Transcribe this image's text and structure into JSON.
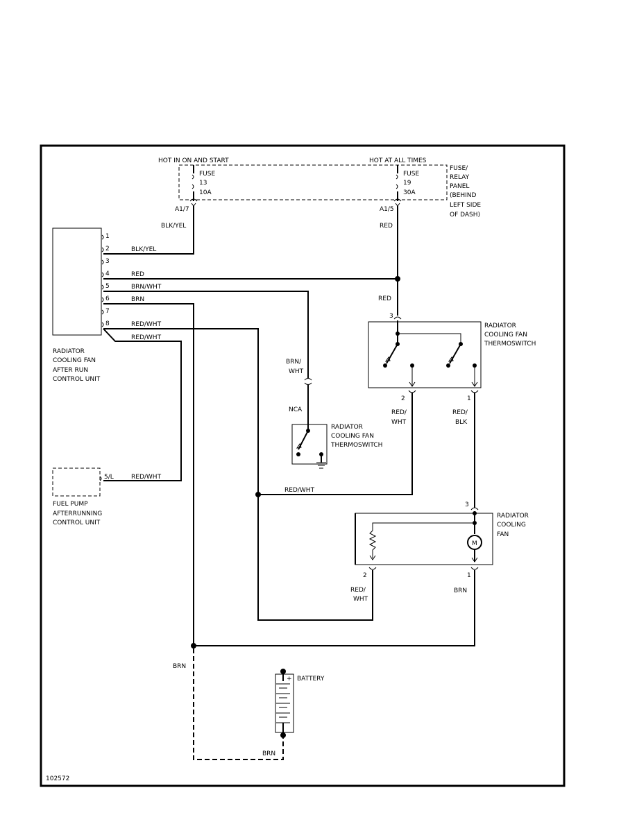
{
  "fuse_panel": {
    "hot_on_start": "HOT IN ON AND START",
    "hot_all_times": "HOT AT ALL TIMES",
    "title_lines": [
      "FUSE/",
      "RELAY",
      "PANEL",
      "(BEHIND",
      "LEFT SIDE",
      "OF DASH)"
    ],
    "fuse13": [
      "FUSE",
      "13",
      "10A"
    ],
    "fuse19": [
      "FUSE",
      "19",
      "30A"
    ],
    "conn_a17": "A1/7",
    "conn_a15": "A1/5"
  },
  "afterrun_unit": {
    "lines": [
      "RADIATOR",
      "COOLING FAN",
      "AFTER RUN",
      "CONTROL UNIT"
    ],
    "pins": [
      "1",
      "2",
      "3",
      "4",
      "5",
      "6",
      "7",
      "8"
    ]
  },
  "fuel_pump_unit": {
    "lines": [
      "FUEL PUMP",
      "AFTERRUNNING",
      "CONTROL UNIT"
    ],
    "pin": "5/L"
  },
  "thermoswitch_main": {
    "lines": [
      "RADIATOR",
      "COOLING FAN",
      "THERMOSWITCH"
    ],
    "pin3": "3",
    "pin2": "2",
    "pin1": "1"
  },
  "thermoswitch_small": {
    "lines": [
      "RADIATOR",
      "COOLING FAN",
      "THERMOSWITCH"
    ],
    "nca": "NCA"
  },
  "cooling_fan": {
    "lines": [
      "RADIATOR",
      "COOLING",
      "FAN"
    ],
    "motor": "M",
    "pin3": "3",
    "pin2": "2",
    "pin1": "1"
  },
  "battery": {
    "label": "BATTERY",
    "plus": "+"
  },
  "wires": {
    "blk_yel_top": "BLK/YEL",
    "blk_yel_pin2": "BLK/YEL",
    "red_top": "RED",
    "red_pin4": "RED",
    "red_mid": "RED",
    "brn_wht_pin5": "BRN/WHT",
    "brn_pin6": "BRN",
    "red_wht_pin8": "RED/WHT",
    "red_wht_pin8b": "RED/WHT",
    "brn_wht_vert": [
      "BRN/",
      "WHT"
    ],
    "red_wht_ts2": [
      "RED/",
      "WHT"
    ],
    "red_blk_ts1": [
      "RED/",
      "BLK"
    ],
    "red_wht_fp": "RED/WHT",
    "red_wht_bottom": "RED/WHT",
    "red_wht_fan2": [
      "RED/",
      "WHT"
    ],
    "brn_fan1": "BRN",
    "brn_left": "BRN",
    "brn_bottom": "BRN"
  },
  "figure_id": "102572"
}
